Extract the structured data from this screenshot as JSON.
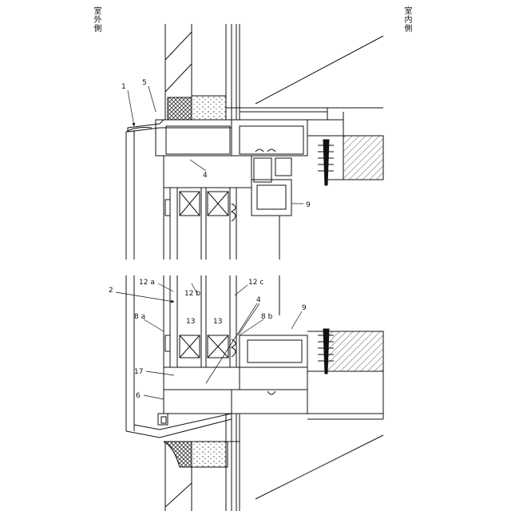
{
  "headers": {
    "outdoor": "室外側",
    "indoor": "室内側"
  },
  "callouts": [
    {
      "id": "c1",
      "text": "1"
    },
    {
      "id": "c5",
      "text": "5"
    },
    {
      "id": "c4top",
      "text": "4"
    },
    {
      "id": "c9top",
      "text": "9"
    },
    {
      "id": "c2",
      "text": "2"
    },
    {
      "id": "c12a",
      "text": "12 a"
    },
    {
      "id": "c12b",
      "text": "12 b"
    },
    {
      "id": "c12c",
      "text": "12 c"
    },
    {
      "id": "c4bot",
      "text": "4"
    },
    {
      "id": "c9bot",
      "text": "9"
    },
    {
      "id": "c8a",
      "text": "8 a"
    },
    {
      "id": "c13a",
      "text": "13"
    },
    {
      "id": "c13b",
      "text": "13"
    },
    {
      "id": "c8b",
      "text": "8 b"
    },
    {
      "id": "c17",
      "text": "17"
    },
    {
      "id": "c6",
      "text": "6"
    }
  ]
}
